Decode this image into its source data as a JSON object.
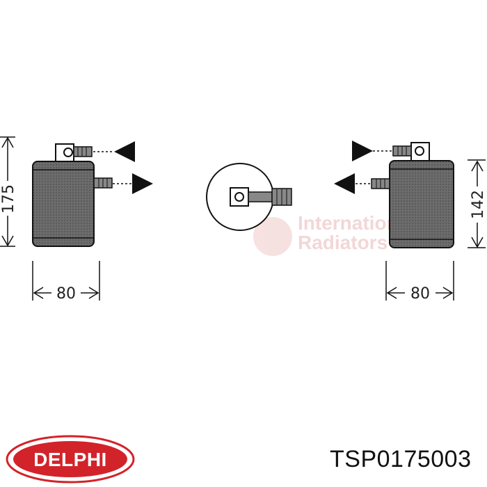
{
  "diagram": {
    "dimensions": {
      "left_height": "175",
      "left_width": "80",
      "right_height": "142",
      "right_width": "80"
    },
    "watermark": {
      "line1": "International",
      "line2": "Radiators"
    }
  },
  "brand": {
    "logo_text": "DELPHI",
    "logo_color": "#d2232a"
  },
  "product": {
    "part_number": "TSP0175003"
  }
}
